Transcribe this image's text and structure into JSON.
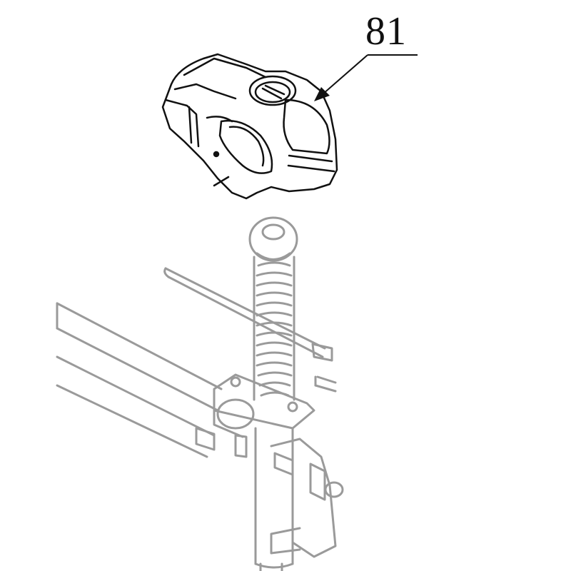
{
  "diagram": {
    "callout": {
      "number": "81"
    },
    "parts": {
      "highlighted": "knob-cover",
      "context": [
        "spring-column",
        "rod",
        "frame-rails",
        "mount-bracket",
        "clamp-assembly"
      ]
    },
    "colors": {
      "highlight_stroke": "#111111",
      "context_stroke": "#9a9a9a",
      "background": "#ffffff"
    }
  }
}
